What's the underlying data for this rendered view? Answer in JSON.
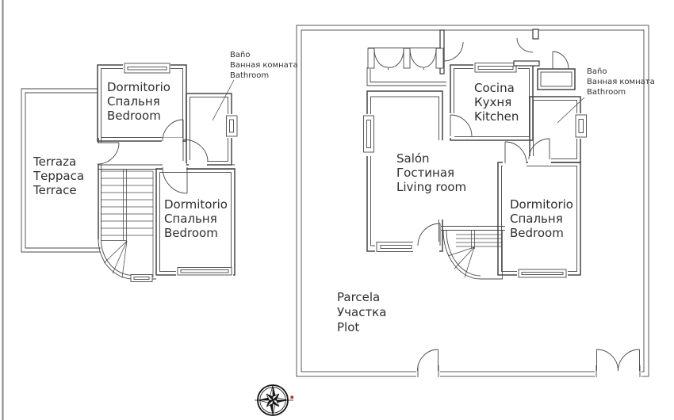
{
  "drawing": {
    "background": "#ffffff",
    "wall_color": "#474747",
    "text_color": "#2f2f2f",
    "page_edge_color": "#8f8f8f",
    "compass": {
      "rose_color": "#161616",
      "east_mark_color": "#b03030"
    }
  },
  "first_floor_plan": {
    "terrace": {
      "es": "Terraza",
      "ru": "Терраса",
      "en": "Terrace"
    },
    "bedroom_top": {
      "es": "Dormitorio",
      "ru": "Спальня",
      "en": "Bedroom"
    },
    "bedroom_bottom": {
      "es": "Dormitorio",
      "ru": "Спальня",
      "en": "Bedroom"
    },
    "bathroom_note": {
      "es": "Baño",
      "ru": "Ванная комната",
      "en": "Bathroom"
    }
  },
  "ground_floor_plan": {
    "kitchen": {
      "es": "Cocina",
      "ru": "Кухня",
      "en": "Kitchen"
    },
    "living_room": {
      "es": "Salón",
      "ru": "Гостиная",
      "en": "Living room"
    },
    "bedroom": {
      "es": "Dormitorio",
      "ru": "Спальня",
      "en": "Bedroom"
    },
    "bathroom_note": {
      "es": "Baño",
      "ru": "Ванная комната",
      "en": "Bathroom"
    },
    "plot": {
      "es": "Parcela",
      "ru": "Участка",
      "en": "Plot"
    }
  }
}
